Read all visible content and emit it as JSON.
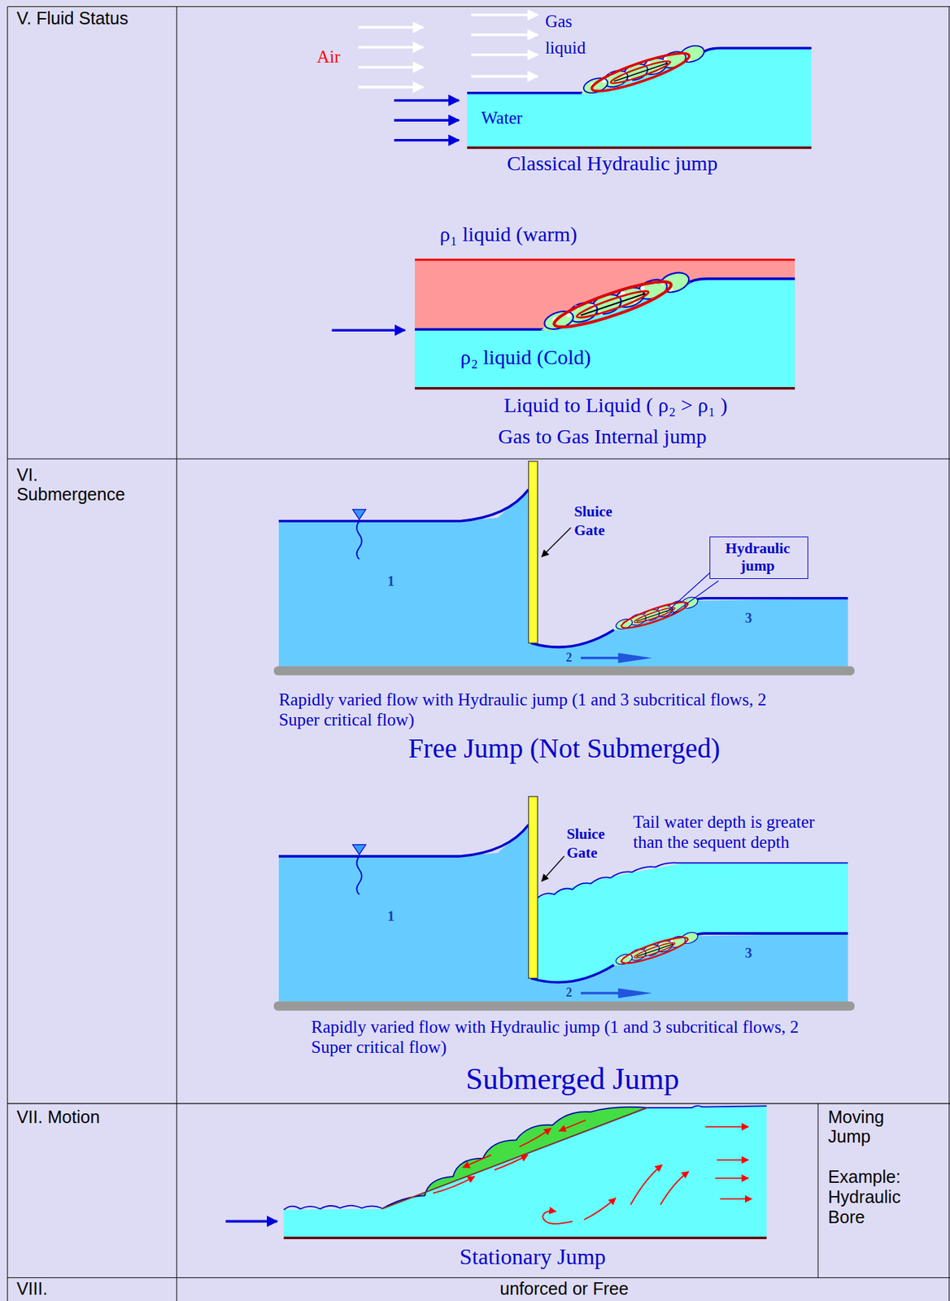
{
  "diagram": {
    "nodes": [
      {
        "text": [
          "V. Fluid Status"
        ]
      },
      {
        "text": [
          "VI. Submergence"
        ]
      },
      {
        "text": [
          "Hydraulic jump"
        ]
      },
      {
        "text": [
          "VII. Motion"
        ]
      },
      {
        "text": [
          "Moving Jump",
          "Example: Hydraulic Bore"
        ]
      },
      {
        "text": [
          "VIII."
        ]
      },
      {
        "text": [
          "unforced or Free"
        ]
      }
    ],
    "labels": [
      "Air",
      "Gas",
      "liquid",
      "Water",
      "Classical Hydraulic jump",
      "ρ₁ liquid (warm)",
      "ρ₂ liquid (Cold)",
      "Liquid to Liquid ( ρ₂ > ρ₁ )",
      "Gas to Gas Internal jump",
      "Sluice Gate",
      "1",
      "2",
      "3",
      "Rapidly varied flow with Hydraulic jump (1 and 3 subcritical flows, 2 Super critical flow)",
      "Free Jump (Not Submerged)",
      "Sluice Gate",
      "Tail water depth is greater than the sequent depth",
      "1",
      "2",
      "3",
      "Rapidly varied flow with Hydraulic jump (1 and 3 subcritical flows, 2 Super critical flow)",
      "Submerged Jump",
      "Stationary Jump"
    ]
  }
}
